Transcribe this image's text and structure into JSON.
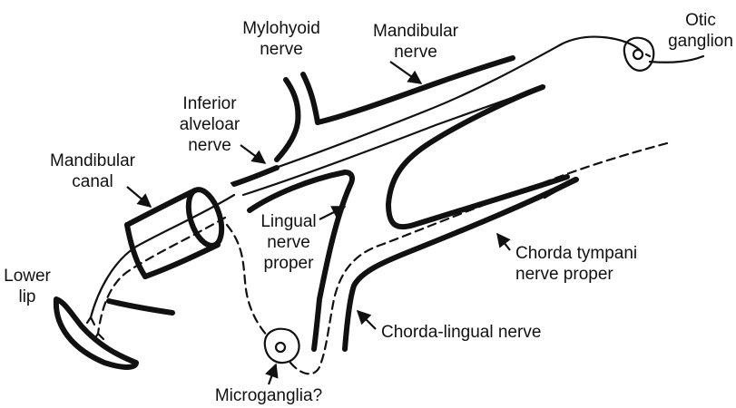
{
  "labels": {
    "mylohyoid_nerve": [
      "Mylohyoid",
      "nerve"
    ],
    "mandibular_nerve": [
      "Mandibular",
      "nerve"
    ],
    "otic_ganglion": [
      "Otic",
      "ganglion"
    ],
    "inferior_alveolar_nerve": [
      "Inferior",
      "alveloar",
      "nerve"
    ],
    "mandibular_canal": [
      "Mandibular",
      "canal"
    ],
    "lingual_nerve_proper": [
      "Lingual",
      "nerve",
      "proper"
    ],
    "lower_lip": [
      "Lower",
      "lip"
    ],
    "chorda_tympani_nerve_proper": [
      "Chorda tympani",
      "nerve proper"
    ],
    "chorda_lingual_nerve": [
      "Chorda-lingual nerve"
    ],
    "microganglia": [
      "Microganglia?"
    ]
  },
  "colors": {
    "stroke": "#111111",
    "background": "#ffffff"
  }
}
